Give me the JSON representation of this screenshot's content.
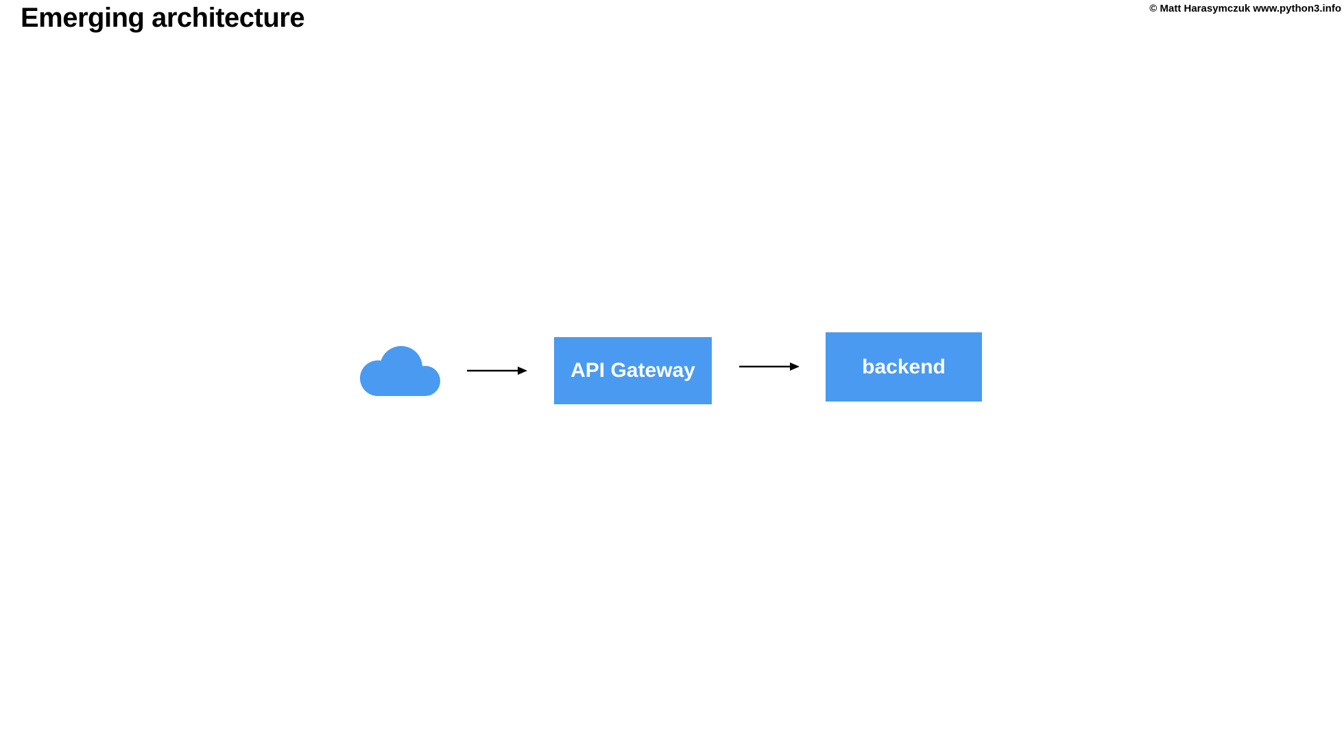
{
  "page": {
    "title": "Emerging architecture",
    "copyright": "© Matt Harasymczuk www.python3.info"
  },
  "diagram": {
    "nodes": [
      {
        "id": "internet-cloud",
        "type": "cloud-icon",
        "label": ""
      },
      {
        "id": "api-gateway",
        "type": "box",
        "label": "API Gateway"
      },
      {
        "id": "backend",
        "type": "box",
        "label": "backend"
      }
    ],
    "edges": [
      {
        "from": "internet-cloud",
        "to": "api-gateway",
        "style": "arrow-right"
      },
      {
        "from": "api-gateway",
        "to": "backend",
        "style": "arrow-right"
      }
    ],
    "colors": {
      "node_fill": "#4A9AF1",
      "node_text": "#FFFFFF",
      "arrow": "#000000",
      "title_text": "#000000"
    }
  }
}
